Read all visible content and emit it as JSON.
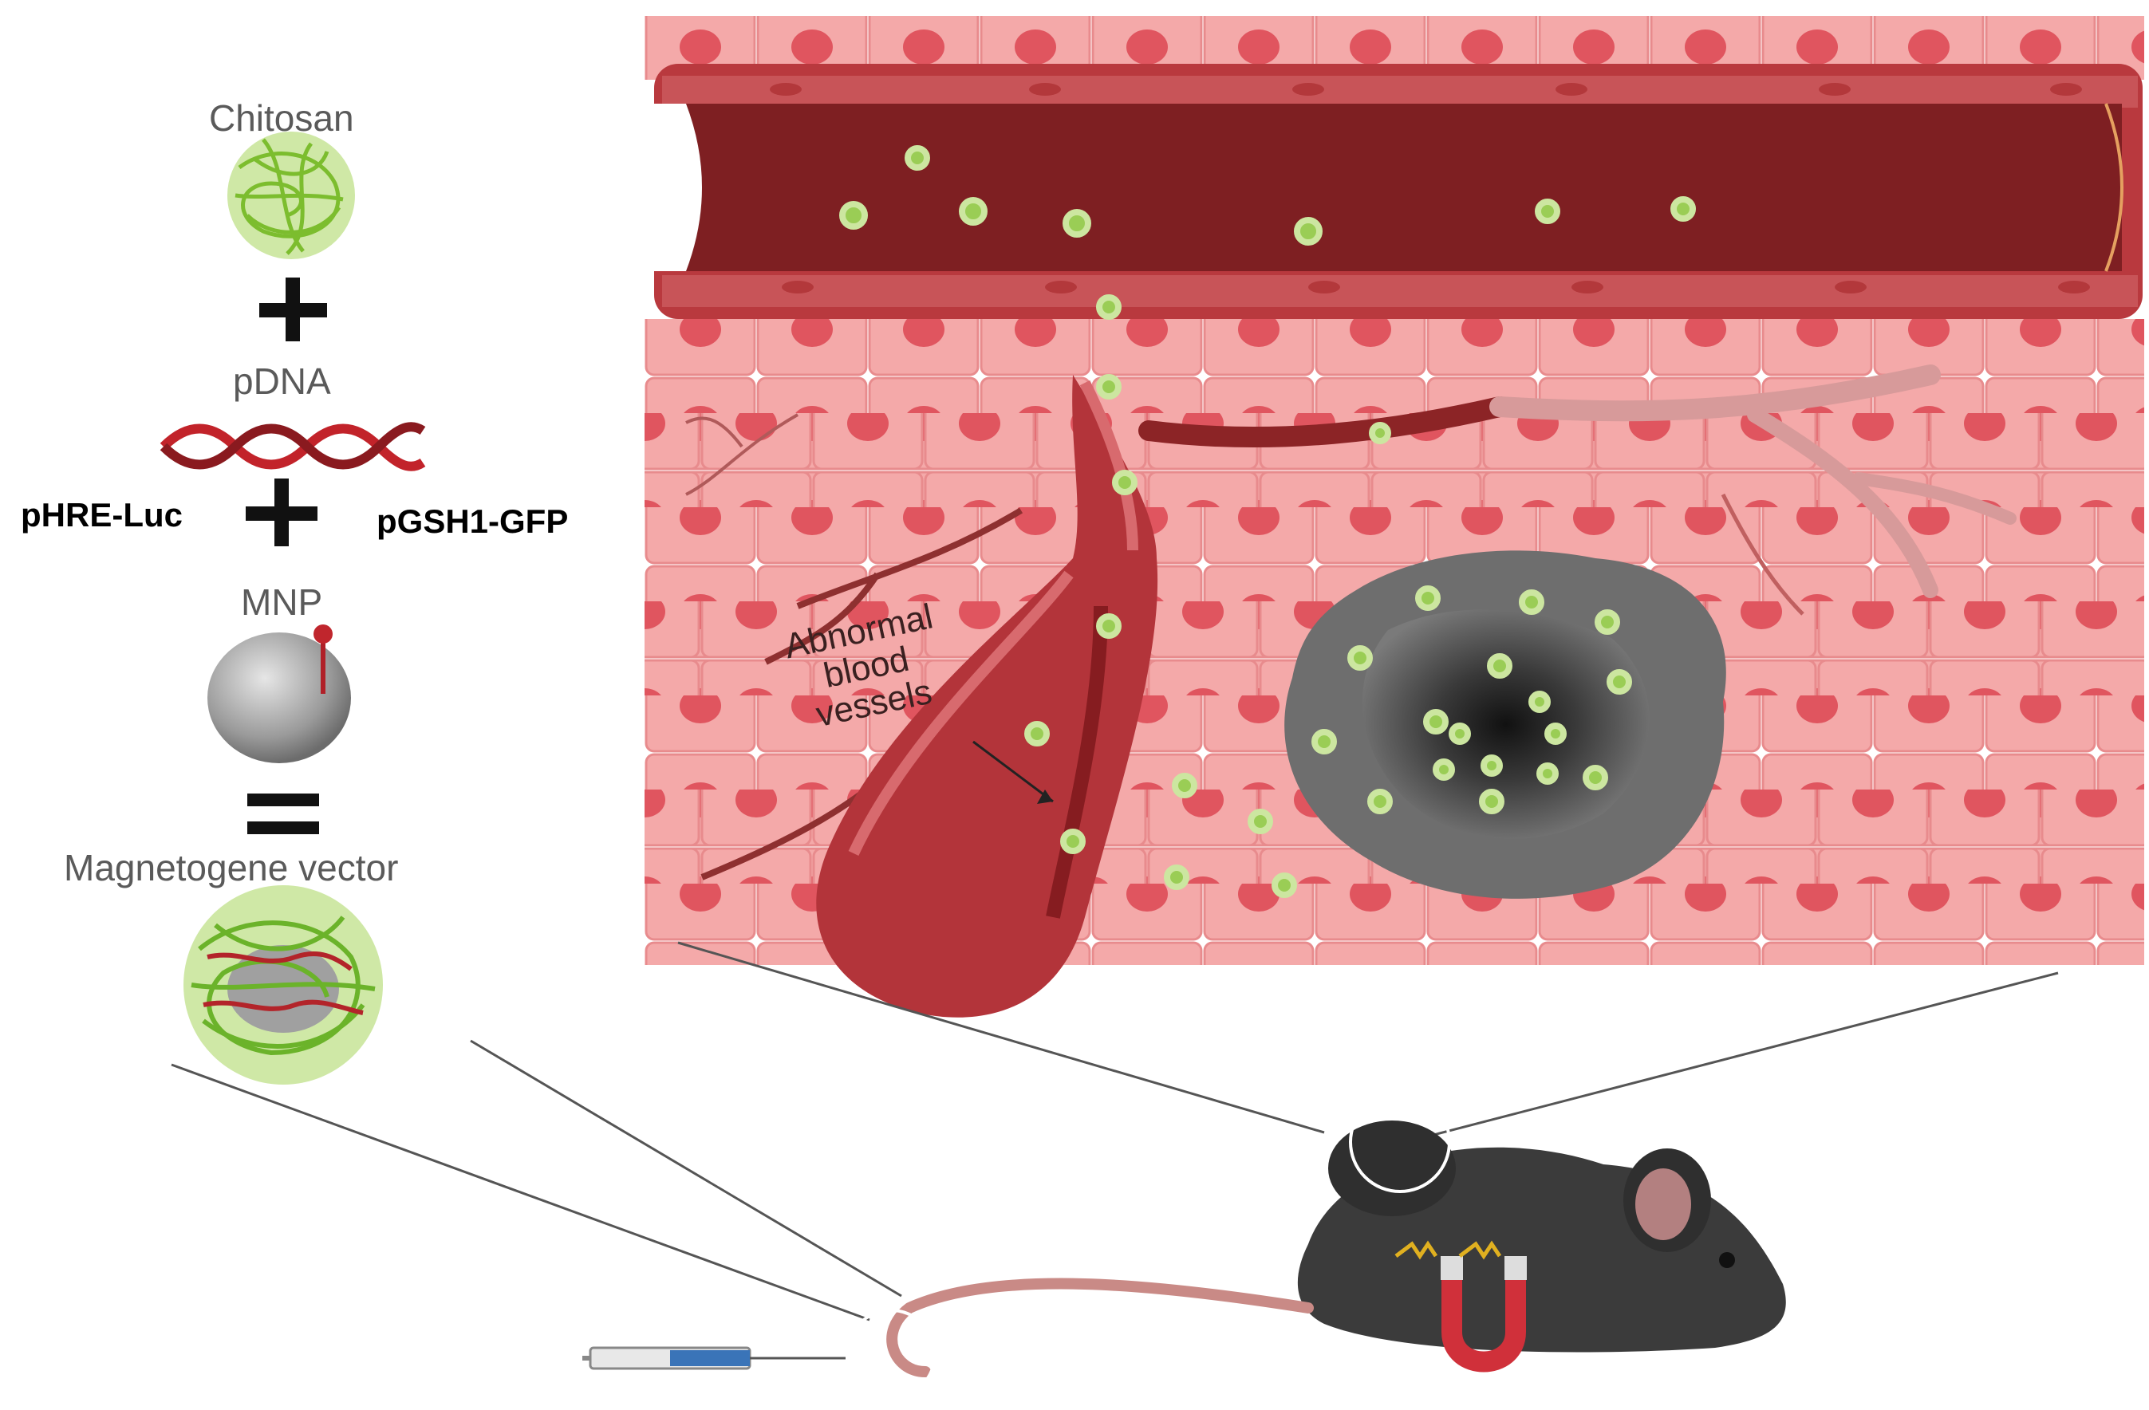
{
  "labels": {
    "chitosan": "Chitosan",
    "pdna": "pDNA",
    "phre": "pHRE-Luc",
    "pgsh": "pGSH1-GFP",
    "mnp": "MNP",
    "vector": "Magnetogene vector",
    "abnormal": [
      "Abnormal",
      "blood",
      "vessels"
    ]
  },
  "colors": {
    "tissue": "#f2a3a3",
    "cell_nucleus": "#e0555f",
    "vessel": "#8c2426",
    "vessel_light": "#c0464a",
    "tumor": "#5a5a5a",
    "particle": "#8bc34a",
    "mouse": "#3b3b3b",
    "magnet": "#d0303a"
  }
}
